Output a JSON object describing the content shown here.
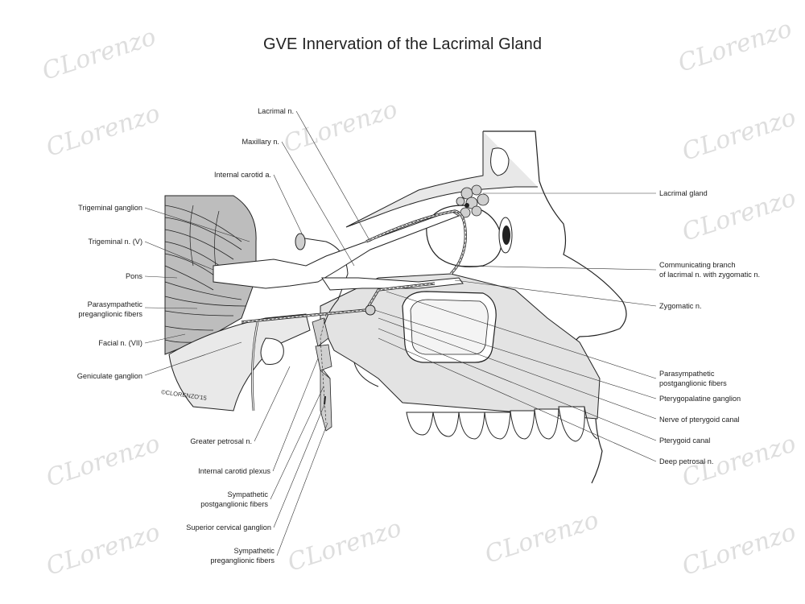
{
  "title": "GVE Innervation of the Lacrimal Gland",
  "signature": "©CLORENZO'15",
  "watermark": "CLorenzo",
  "colors": {
    "line": "#222222",
    "bone": "#e4e4e4",
    "dark": "#bdbdbd",
    "wm": "#dedede"
  },
  "labels_left": {
    "lacrimal_n": "Lacrimal n.",
    "maxillary_n": "Maxillary n.",
    "internal_carotid_a": "Internal carotid a.",
    "trigeminal_ganglion": "Trigeminal ganglion",
    "trigeminal_n": "Trigeminal n. (V)",
    "pons": "Pons",
    "parasym_pre_1": "Parasympathetic",
    "parasym_pre_2": "preganglionic fibers",
    "facial_n": "Facial n. (VII)",
    "geniculate_ganglion": "Geniculate ganglion",
    "greater_petrosal_n": "Greater petrosal n.",
    "internal_carotid_plexus": "Internal carotid plexus",
    "sym_post_1": "Sympathetic",
    "sym_post_2": "postganglionic fibers",
    "superior_cervical_ganglion": "Superior cervical ganglion",
    "sym_pre_1": "Sympathetic",
    "sym_pre_2": "preganglionic fibers"
  },
  "labels_right": {
    "lacrimal_gland": "Lacrimal gland",
    "communicating_1": "Communicating branch",
    "communicating_2": "of lacrimal n. with zygomatic n.",
    "zygomatic_n": "Zygomatic n.",
    "parasym_post_1": "Parasympathetic",
    "parasym_post_2": "postganglionic fibers",
    "pterygopalatine_ganglion": "Pterygopalatine ganglion",
    "nerve_pterygoid_canal": "Nerve of pterygoid canal",
    "pterygoid_canal": "Pterygoid canal",
    "deep_petrosal_n": "Deep petrosal n."
  }
}
